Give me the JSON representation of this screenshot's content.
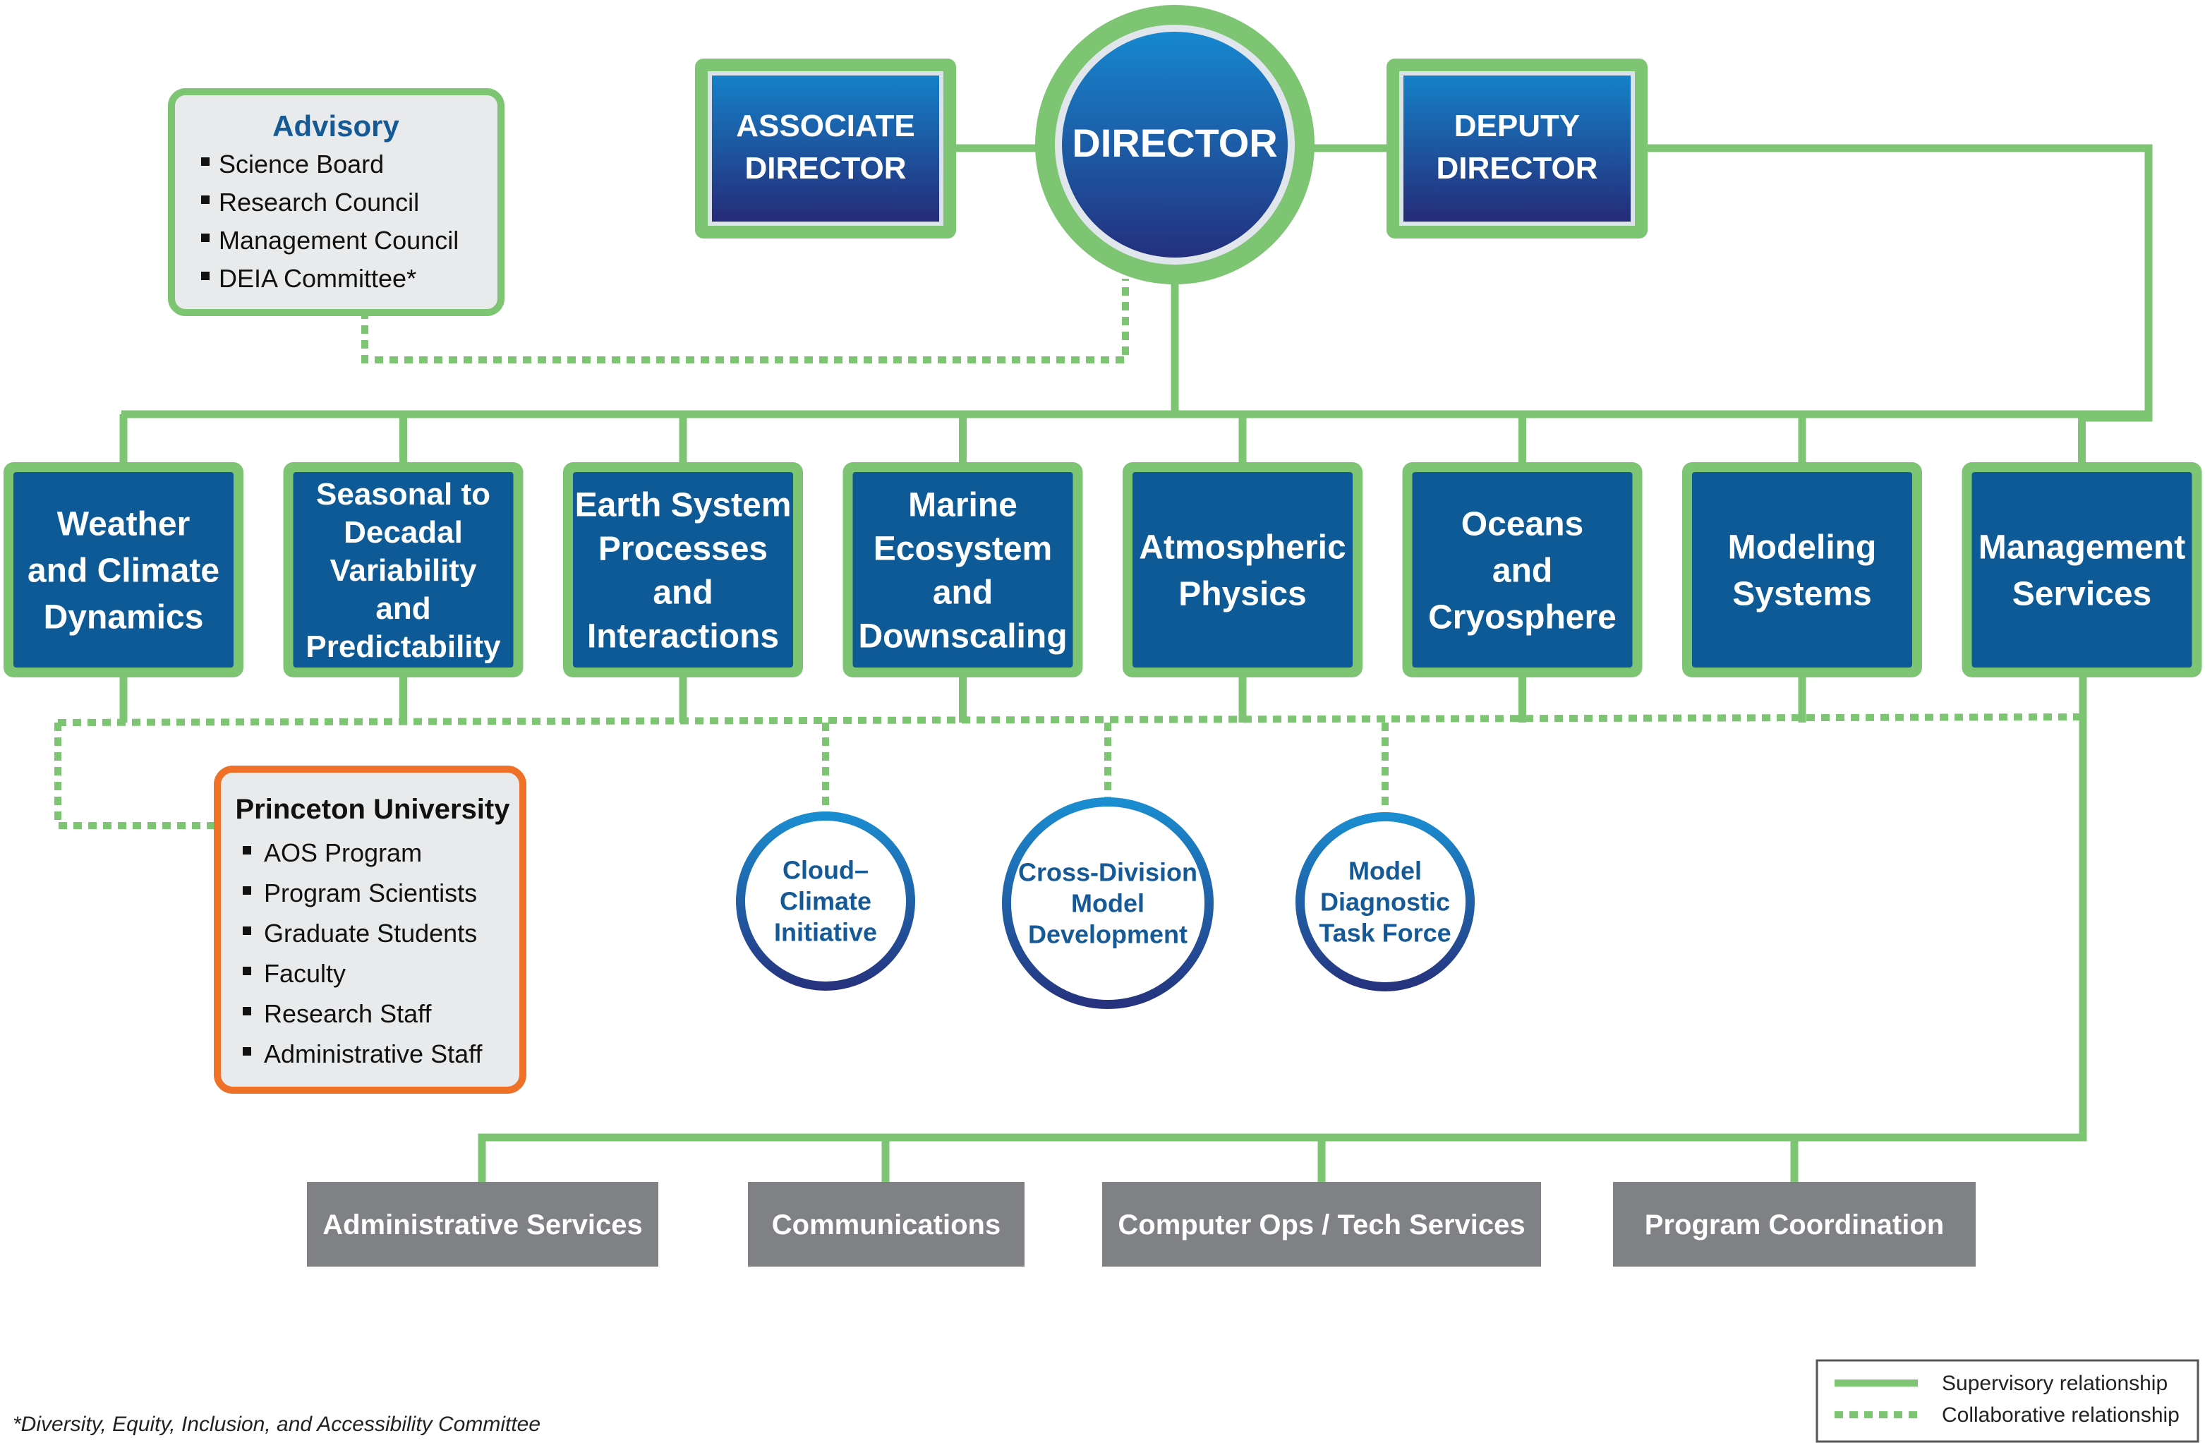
{
  "colors": {
    "green_line": "#7dc473",
    "division_fill": "#0e5a96",
    "director_fill_top": "#1581c8",
    "director_fill_bottom": "#252b78",
    "gray_box": "#7f8184",
    "panel_bg": "#e9eaeb",
    "advisory_title": "#155a96",
    "orange_border": "#ee7127",
    "circle_text": "#155a96"
  },
  "director": {
    "label": "DIRECTOR"
  },
  "associate_director": {
    "lines": [
      "ASSOCIATE",
      "DIRECTOR"
    ]
  },
  "deputy_director": {
    "lines": [
      "DEPUTY",
      "DIRECTOR"
    ]
  },
  "advisory": {
    "title": "Advisory",
    "items": [
      "Science Board",
      "Research Council",
      "Management Council",
      "DEIA Committee*"
    ]
  },
  "divisions": [
    {
      "lines": [
        "Weather",
        "and Climate",
        "Dynamics"
      ]
    },
    {
      "lines": [
        "Seasonal to",
        "Decadal",
        "Variability",
        "and",
        "Predictability"
      ]
    },
    {
      "lines": [
        "Earth System",
        "Processes",
        "and",
        "Interactions"
      ]
    },
    {
      "lines": [
        "Marine",
        "Ecosystem",
        "and",
        "Downscaling"
      ]
    },
    {
      "lines": [
        "Atmospheric",
        "Physics"
      ]
    },
    {
      "lines": [
        "Oceans",
        "and",
        "Cryosphere"
      ]
    },
    {
      "lines": [
        "Modeling",
        "Systems"
      ]
    },
    {
      "lines": [
        "Management",
        "Services"
      ]
    }
  ],
  "princeton": {
    "title": "Princeton University",
    "items": [
      "AOS Program",
      "Program Scientists",
      "Graduate Students",
      "Faculty",
      "Research Staff",
      "Administrative Staff"
    ]
  },
  "initiatives": [
    {
      "lines": [
        "Cloud–",
        "Climate",
        "Initiative"
      ]
    },
    {
      "lines": [
        "Cross-Division",
        "Model",
        "Development"
      ]
    },
    {
      "lines": [
        "Model",
        "Diagnostic",
        "Task Force"
      ]
    }
  ],
  "services": [
    "Administrative Services",
    "Communications",
    "Computer Ops / Tech Services",
    "Program Coordination"
  ],
  "legend": {
    "supervisory": "Supervisory relationship",
    "collaborative": "Collaborative relationship"
  },
  "footnote": "*Diversity, Equity, Inclusion, and Accessibility Committee"
}
